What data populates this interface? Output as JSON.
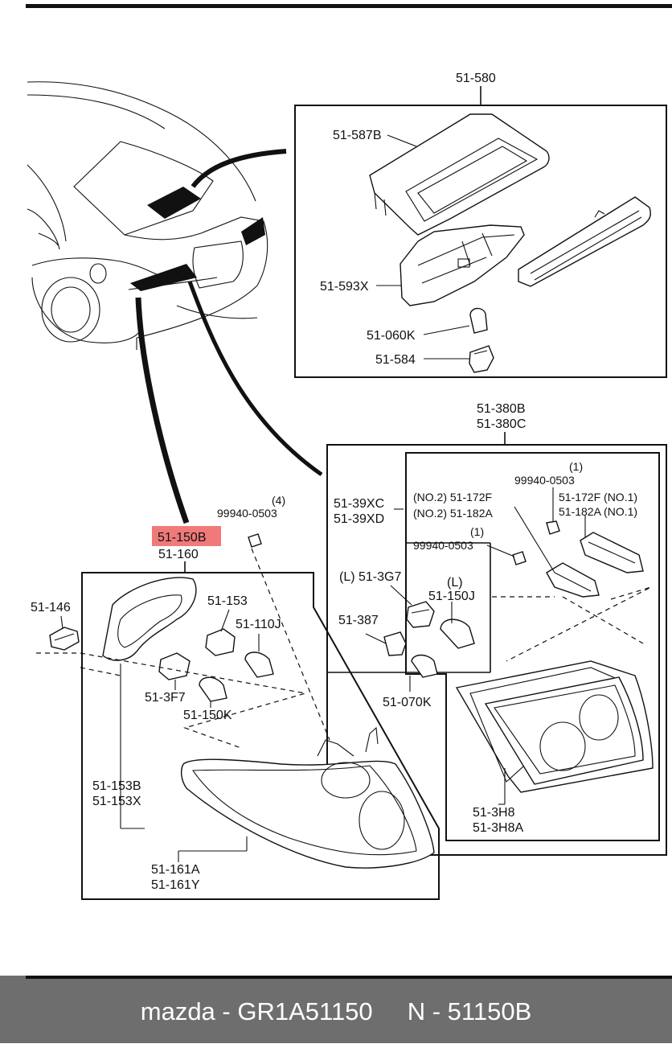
{
  "diagram": {
    "labels": {
      "p51_580": "51-580",
      "p51_587B": "51-587B",
      "p51_593X": "51-593X",
      "p51_060K": "51-060K",
      "p51_584": "51-584",
      "p51_380B": "51-380B",
      "p51_380C": "51-380C",
      "p51_39XC": "51-39XC",
      "p51_39XD": "51-39XD",
      "p51_172F_no2": "(NO.2) 51-172F",
      "p51_182A_no2": "(NO.2) 51-182A",
      "qty_1a": "(1)",
      "p99940_0503_a": "99940-0503",
      "p51_172F_no1": "51-172F  (NO.1)",
      "p51_182A_no1": "51-182A  (NO.1)",
      "qty_1b": "(1)",
      "p99940_0503_b": "99940-0503",
      "p51_3G7": "(L) 51-3G7",
      "p51_150J_l": "(L)",
      "p51_150J": "51-150J",
      "p51_387": "51-387",
      "p51_070K": "51-070K",
      "p51_3H8": "51-3H8",
      "p51_3H8A": "51-3H8A",
      "qty_4": "(4)",
      "p99940_0503_c": "99940-0503",
      "p51_150B": "51-150B",
      "p51_160": "51-160",
      "p51_146": "51-146",
      "p51_153": "51-153",
      "p51_110J": "51-110J",
      "p51_3F7": "51-3F7",
      "p51_150K": "51-150K",
      "p51_153B": "51-153B",
      "p51_153X": "51-153X",
      "p51_161A": "51-161A",
      "p51_161Y": "51-161Y"
    },
    "highlight_color": "#f07a7a"
  },
  "footer": {
    "text": "mazda - GR1A51150     N - 51150B",
    "background": "#6e6e6e"
  }
}
